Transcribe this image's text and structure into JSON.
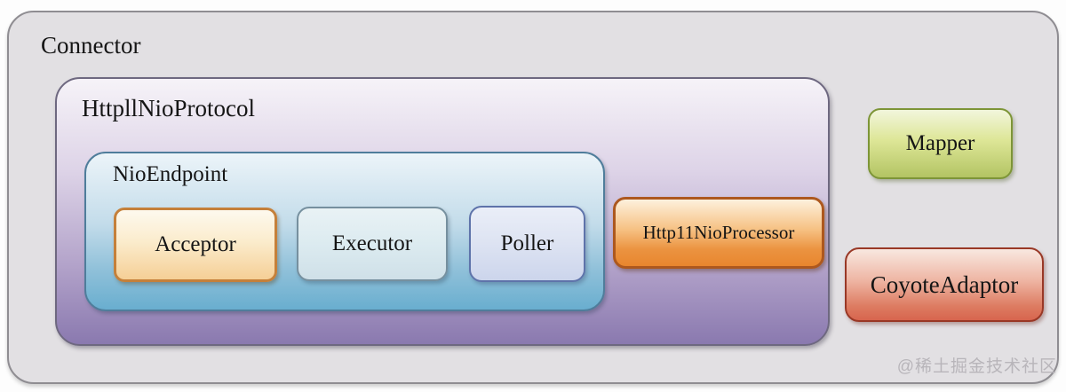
{
  "diagram": {
    "connector": {
      "label": "Connector",
      "protocol": {
        "label": "HttpllNioProtocol",
        "endpoint": {
          "label": "NioEndpoint",
          "acceptor": {
            "label": "Acceptor"
          },
          "executor": {
            "label": "Executor"
          },
          "poller": {
            "label": "Poller"
          }
        },
        "processor": {
          "label": "Http11NioProcessor"
        }
      },
      "mapper": {
        "label": "Mapper"
      },
      "coyote_adaptor": {
        "label": "CoyoteAdaptor"
      }
    },
    "watermark": "@稀土掘金技术社区"
  },
  "colors": {
    "connector_bg": "#e2e0e3",
    "connector_border": "#8f8d92",
    "protocol_gradient_top": "#f6f3f8",
    "protocol_gradient_bottom": "#8a79af",
    "protocol_border": "#6e6880",
    "endpoint_gradient_top": "#ecf4f9",
    "endpoint_gradient_bottom": "#69aecf",
    "endpoint_border": "#4f7d9b",
    "acceptor_gradient_top": "#fdf9ee",
    "acceptor_gradient_bottom": "#f5cf96",
    "acceptor_border": "#c5803a",
    "executor_bg": "#dcebf0",
    "executor_border": "#76909f",
    "poller_bg": "#dde3f2",
    "poller_border": "#5e73aa",
    "processor_gradient_top": "#fdf1dd",
    "processor_gradient_bottom": "#e8862e",
    "processor_border": "#ad581e",
    "mapper_gradient_top": "#f2f6dc",
    "mapper_gradient_bottom": "#b3c463",
    "mapper_border": "#7d9537",
    "coyote_gradient_top": "#f8e8e0",
    "coyote_gradient_bottom": "#d7654e",
    "coyote_border": "#993826",
    "text": "#151515",
    "watermark_text": "#b8b5ba"
  }
}
